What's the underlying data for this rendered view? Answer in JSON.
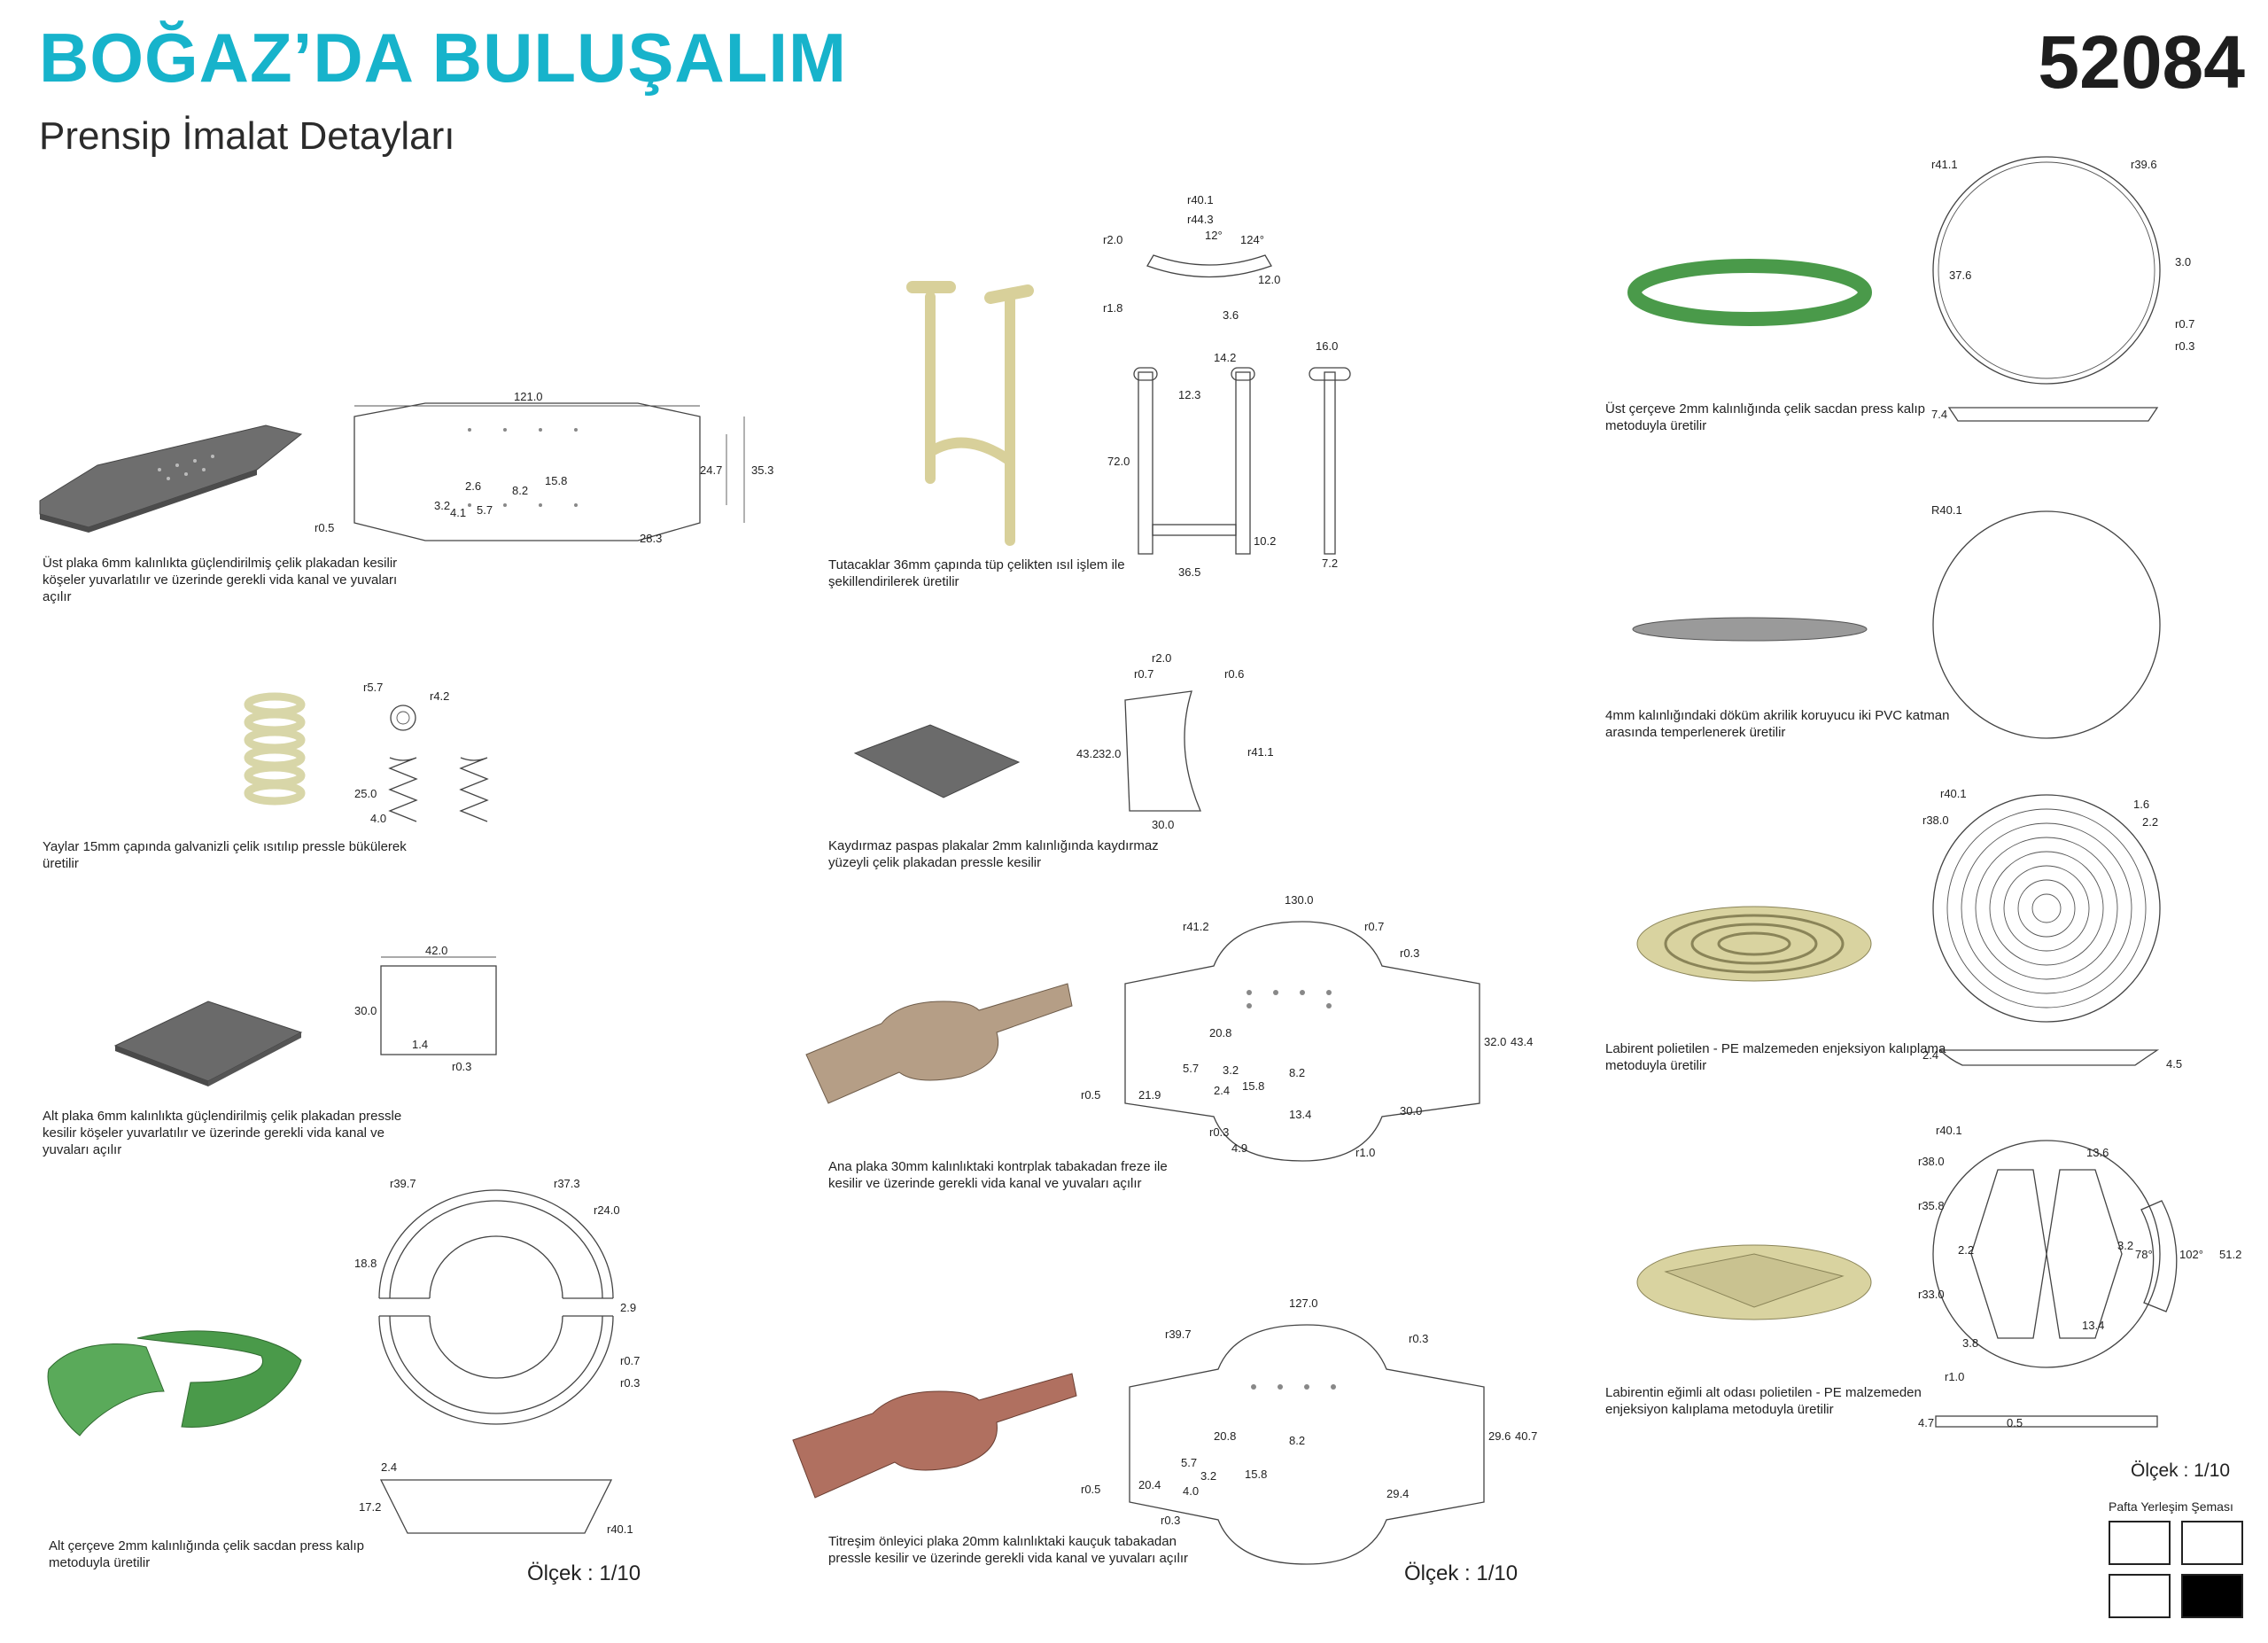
{
  "header": {
    "title": "BOĞAZ’DA BULUŞALIM",
    "subtitle": "Prensip İmalat Detayları",
    "code": "52084"
  },
  "colors": {
    "title": "#17b3cb",
    "steel_dark": "#6b6b6b",
    "frame_green": "#4a9a4a",
    "labyrinth": "#d9d3a0",
    "plywood": "#b59e86",
    "rubber": "#b07060",
    "acrylic": "#9a9a9a"
  },
  "captions": {
    "top_plate": "Üst plaka 6mm kalınlıkta güçlendirilmiş çelik plakadan kesilir köşeler yuvarlatılır ve üzerinde gerekli vida kanal ve yuvaları açılır",
    "springs": "Yaylar 15mm çapında galvanizli çelik ısıtılıp pressle bükülerek üretilir",
    "bottom_plate": "Alt plaka 6mm kalınlıkta güçlendirilmiş çelik plakadan pressle kesilir köşeler yuvarlatılır ve üzerinde gerekli vida kanal ve yuvaları açılır",
    "bottom_frame": "Alt çerçeve 2mm kalınlığında çelik sacdan press kalıp metoduyla üretilir",
    "handles": "Tutacaklar 36mm çapında tüp çelikten ısıl işlem ile şekillendirilerek üretilir",
    "mat_plates": "Kaydırmaz paspas plakalar 2mm kalınlığında kaydırmaz yüzeyli çelik plakadan pressle kesilir",
    "main_plate": "Ana plaka 30mm kalınlıktaki kontrplak tabakadan freze ile kesilir ve üzerinde gerekli vida kanal ve yuvaları açılır",
    "vibration_plate": "Titreşim önleyici plaka 20mm kalınlıktaki kauçuk tabakadan pressle kesilir ve üzerinde gerekli vida kanal ve yuvaları açılır",
    "top_frame": "Üst çerçeve 2mm kalınlığında çelik sacdan press kalıp metoduyla üretilir",
    "acrylic": "4mm kalınlığındaki döküm akrilik koruyucu iki PVC katman arasında temperlenerek üretilir",
    "labyrinth": "Labirent polietilen - PE malzemeden enjeksiyon kalıplama metoduyla üretilir",
    "labyrinth_chamber": "Labirentin eğimli alt odası polietilen - PE malzemeden enjeksiyon kalıplama metoduyla üretilir"
  },
  "dimensions": {
    "top_plate": [
      "121.0",
      "35.3",
      "24.7",
      "2.6",
      "15.8",
      "8.2",
      "3.2",
      "4.1",
      "5.7",
      "r0.5",
      "28.3"
    ],
    "springs": [
      "r5.7",
      "r4.2",
      "25.0",
      "4.0"
    ],
    "bottom_plate": [
      "42.0",
      "30.0",
      "1.4",
      "r0.3"
    ],
    "bottom_frame": [
      "r39.7",
      "r37.3",
      "r24.0",
      "18.8",
      "2.9",
      "r0.7",
      "r0.3",
      "2.4",
      "17.2",
      "r40.1"
    ],
    "handles": [
      "r40.1",
      "r44.3",
      "r2.0",
      "12°",
      "124°",
      "12.0",
      "r1.8",
      "3.6",
      "14.2",
      "16.0",
      "12.3",
      "72.0",
      "10.2",
      "36.5",
      "7.2"
    ],
    "mat_plates": [
      "r2.0",
      "r0.7",
      "r0.6",
      "43.2",
      "32.0",
      "r41.1",
      "30.0"
    ],
    "main_plate": [
      "130.0",
      "r41.2",
      "r0.7",
      "r0.3",
      "32.0",
      "43.4",
      "20.8",
      "5.7",
      "3.2",
      "2.4",
      "8.2",
      "15.8",
      "21.9",
      "r0.5",
      "13.4",
      "30.0",
      "r0.3",
      "4.9",
      "r1.0"
    ],
    "vibration_plate": [
      "127.0",
      "r39.7",
      "r0.3",
      "20.8",
      "8.2",
      "3.2",
      "5.7",
      "4.0",
      "15.8",
      "29.6",
      "40.7",
      "r0.5",
      "20.4",
      "29.4",
      "r0.3"
    ],
    "top_frame": [
      "r41.1",
      "r39.6",
      "37.6",
      "3.0",
      "r0.7",
      "r0.3",
      "7.4"
    ],
    "acrylic": [
      "R40.1"
    ],
    "labyrinth": [
      "r40.1",
      "r38.0",
      "1.6",
      "2.2",
      "2.4",
      "4.5"
    ],
    "labyrinth_chamber": [
      "r40.1",
      "13.6",
      "r38.0",
      "r35.8",
      "2.2",
      "3.2",
      "78°",
      "102°",
      "51.2",
      "r33.0",
      "13.4",
      "3.8",
      "r1.0",
      "4.7",
      "0.5"
    ]
  },
  "scales": {
    "left": "Ölçek : 1/10",
    "middle": "Ölçek : 1/10",
    "right": "Ölçek : 1/10"
  },
  "layout_scheme": {
    "label": "Pafta Yerleşim Şeması",
    "active_cell": 4
  }
}
